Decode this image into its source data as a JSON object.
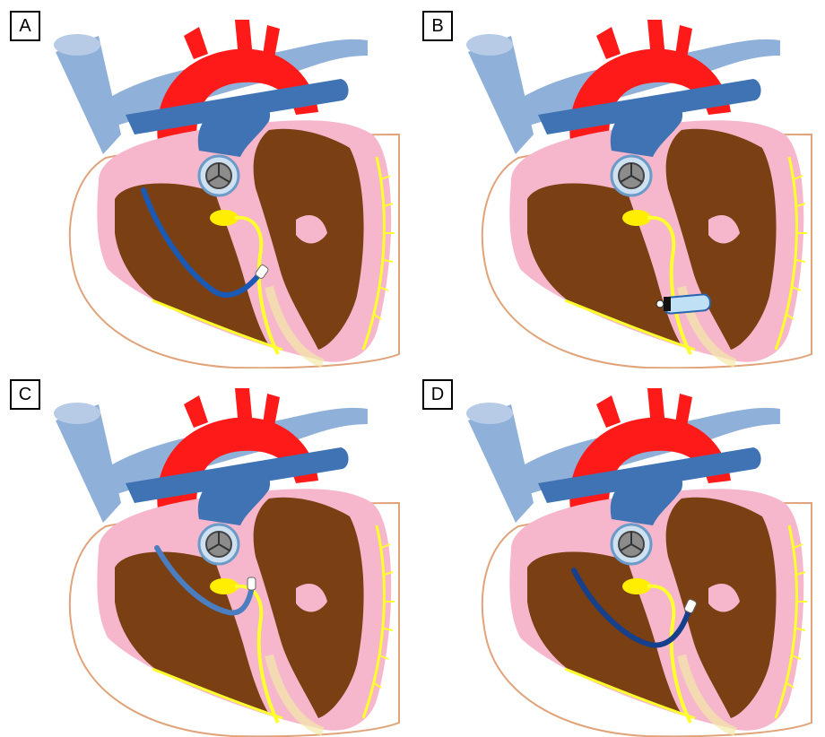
{
  "figure": {
    "panels": [
      {
        "label": "A",
        "device": "lead-ventricular-septum"
      },
      {
        "label": "B",
        "device": "leadless-apex"
      },
      {
        "label": "C",
        "device": "lead-his-bundle"
      },
      {
        "label": "D",
        "device": "lead-left-bundle"
      }
    ]
  },
  "colors": {
    "aorta": "#ff1a1a",
    "veins": "#8fb0d8",
    "vessel_dark": "#3f73b4",
    "myocardium": "#f6b6cc",
    "chamber": "#7a3f12",
    "conduction": "#ffff2e",
    "av_node": "#ffee00",
    "lead": "#1b5ab4",
    "pericardium_line": "#e0a37a"
  }
}
